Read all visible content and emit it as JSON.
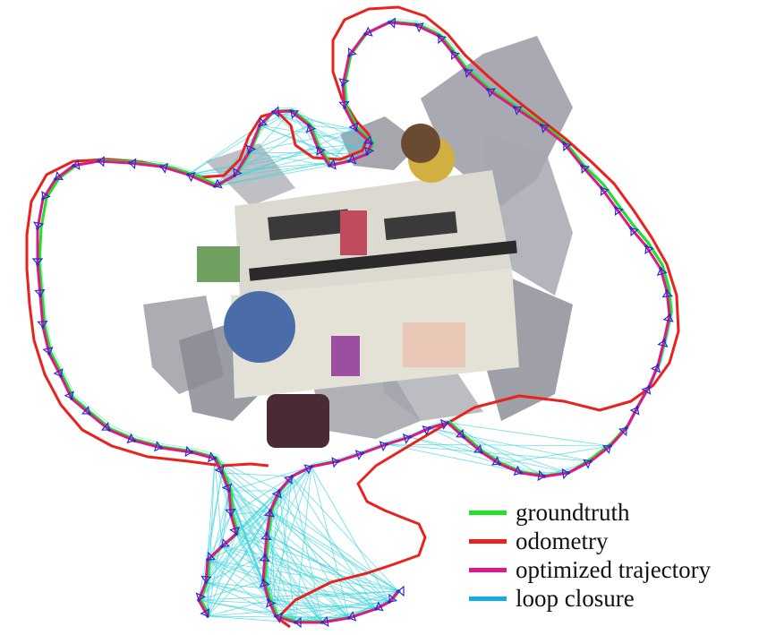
{
  "legend": {
    "items": [
      {
        "key": "groundtruth",
        "label": "groundtruth",
        "color": "#22e022"
      },
      {
        "key": "odometry",
        "label": "odometry",
        "color": "#e8221e"
      },
      {
        "key": "optimized",
        "label": "optimized trajectory",
        "color": "#e0168c"
      },
      {
        "key": "loop",
        "label": "loop closure",
        "color": "#17a8e6"
      }
    ]
  },
  "colors": {
    "groundtruth": "#22e022",
    "odometry": "#e8221e",
    "optimized": "#e0168c",
    "loop_closure": "#38d4dc",
    "camera_frustum": "#2b2bd6",
    "reconstruction_shadow": "#8c8c94"
  }
}
